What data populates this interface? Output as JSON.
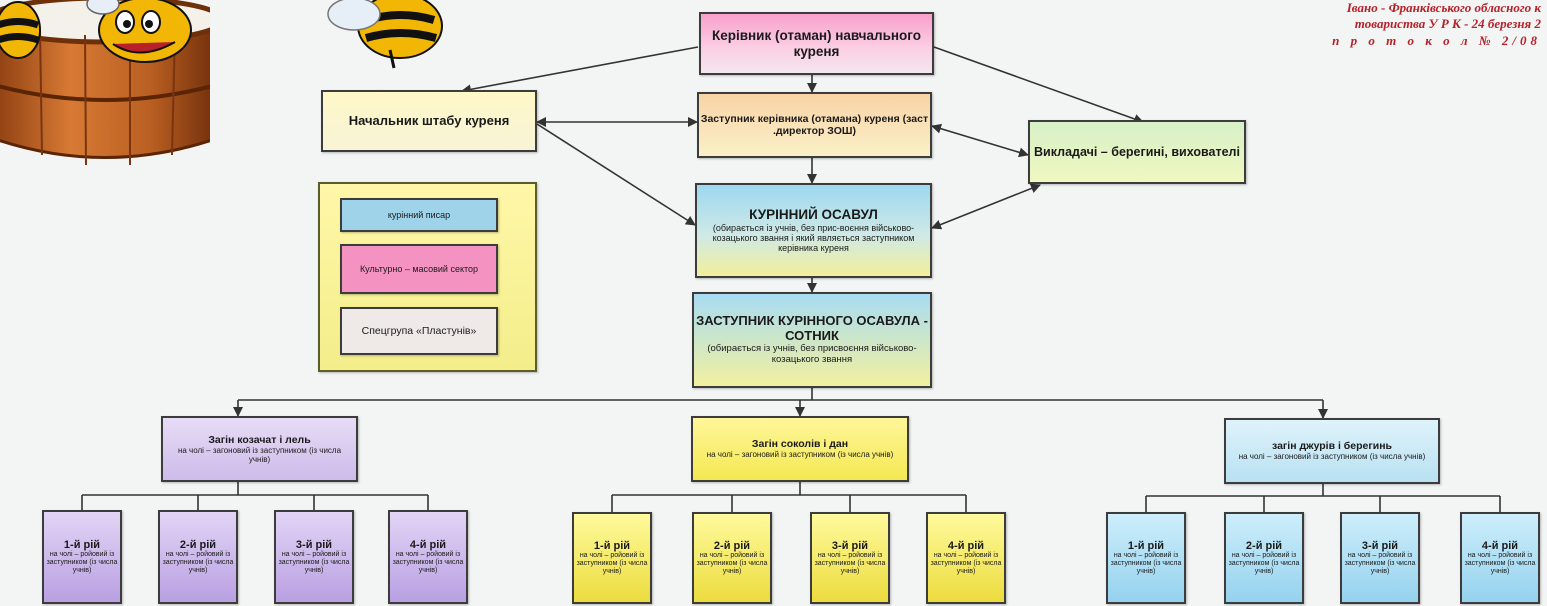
{
  "note": {
    "line1": "Івано - Франківського обласного к",
    "line2": "товариства  У Р К   - 24 березня  2",
    "line3": "п р о т о к о л   №  2/08"
  },
  "nodes": {
    "head": {
      "title": "Керівник  (отаман) навчального куреня"
    },
    "chief_of_staff": {
      "title": "Начальник  штабу куреня"
    },
    "deputy_head": {
      "title": "Заступник  керівника (отамана) куреня (заст .директор ЗОШ)"
    },
    "teachers": {
      "title": "Викладачі – берегині, вихователі"
    },
    "osavul": {
      "title": "КУРІННИЙ  ОСАВУЛ",
      "sub": "(обирається із учнів, без прис-воєння військово-козацького звання і який являється заступником керівника куреня"
    },
    "sotnyk": {
      "title": "ЗАСТУПНИК  КУРІННОГО ОСАВУЛА - СОТНИК",
      "sub": "(обирається із учнів, без присвоєння  військово-козацького звання"
    },
    "side_panel": {
      "items": [
        "курінний писар",
        "Культурно – масовий сектор",
        "Спецгрупа «Пластунів»"
      ]
    },
    "groups": [
      {
        "title": "Загін  козачат і лель",
        "sub": "на чолі – загоновий із заступником (із числа учнів)"
      },
      {
        "title": "Загін  соколів і дан",
        "sub": "на чолі – загоновий із заступником (із числа учнів)"
      },
      {
        "title": "загін  джурів і берегинь",
        "sub": "на чолі – загоновий із заступником (із числа учнів)"
      }
    ],
    "squads": [
      {
        "title": "1-й рій",
        "sub": "на чолі – ройовий із заступником (із числа учнів)"
      },
      {
        "title": "2-й рій",
        "sub": "на чолі – ройовий із заступником (із числа учнів)"
      },
      {
        "title": "3-й рій",
        "sub": "на чолі – ройовий із заступником (із числа учнів)"
      },
      {
        "title": "4-й рій",
        "sub": "на чолі – ройовий із заступником (із числа учнів)"
      }
    ]
  },
  "colors": {
    "line": "#333333",
    "note": "#b8202a",
    "group1": "#cdbbea",
    "group2": "#f4e852",
    "group3": "#b8e1f2"
  },
  "icons": [
    "bee-mascot",
    "wooden-barrel"
  ]
}
